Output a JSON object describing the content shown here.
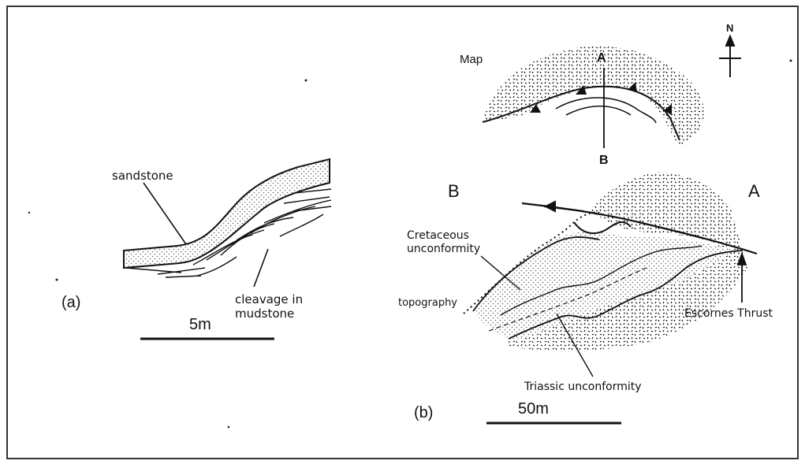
{
  "panel_a": {
    "label": "(a)",
    "sandstone": "sandstone",
    "cleavage_line1": "cleavage in",
    "cleavage_line2": "mudstone",
    "scale": "5m"
  },
  "map": {
    "title": "Map",
    "point_a": "A",
    "point_b": "B",
    "north": "N"
  },
  "panel_b": {
    "label": "(b)",
    "end_b": "B",
    "end_a": "A",
    "cretaceous_line1": "Cretaceous",
    "cretaceous_line2": "unconformity",
    "topography": "topography",
    "escornes": "Escornes Thrust",
    "triassic": "Triassic unconformity",
    "scale": "50m"
  },
  "colors": {
    "ink": "#111111",
    "paper": "#ffffff"
  }
}
